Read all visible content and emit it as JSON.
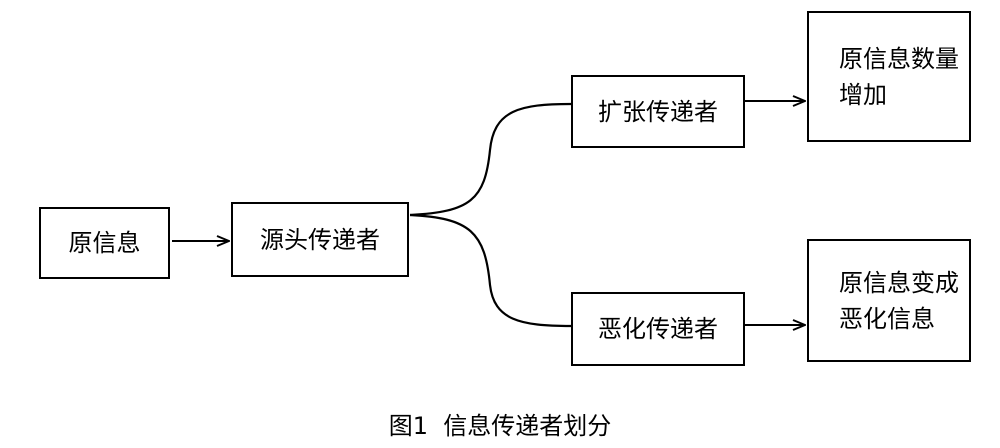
{
  "diagram": {
    "nodes": {
      "source_info": "原信息",
      "source_spreader": "源头传递者",
      "expanding_spreader": "扩张传递者",
      "worsening_spreader": "恶化传递者",
      "result_increase": [
        "原信息数量",
        "增加"
      ],
      "result_worsen": [
        "原信息变成",
        "恶化信息"
      ]
    },
    "edges": [
      {
        "from": "source_info",
        "to": "source_spreader"
      },
      {
        "from": "source_spreader",
        "to": "expanding_spreader"
      },
      {
        "from": "source_spreader",
        "to": "worsening_spreader"
      },
      {
        "from": "expanding_spreader",
        "to": "result_increase"
      },
      {
        "from": "worsening_spreader",
        "to": "result_worsen"
      }
    ],
    "colors": {
      "stroke": "#000000",
      "text": "#000000",
      "background": "#ffffff"
    }
  },
  "caption": {
    "text": "图1  信息传递者划分"
  }
}
